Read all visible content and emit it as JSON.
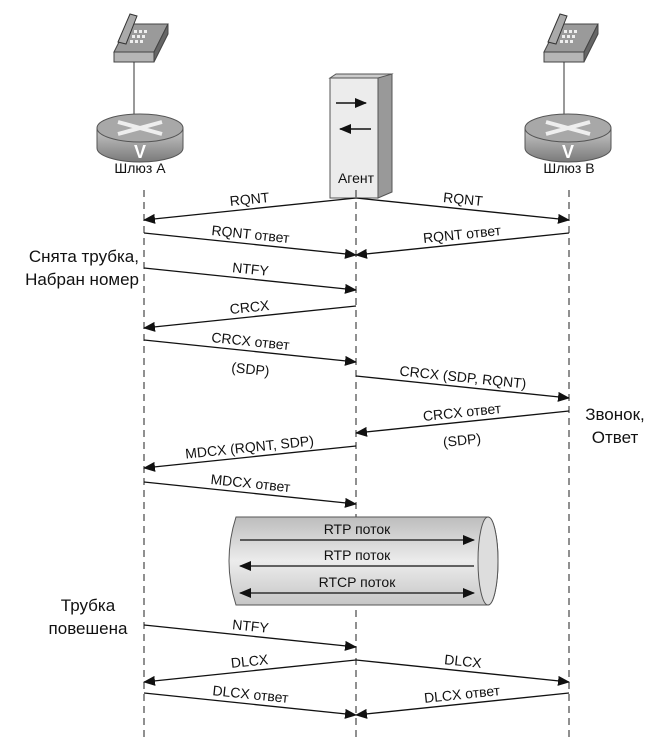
{
  "nodes": {
    "gateway_a": "Шлюз A",
    "agent": "Агент",
    "gateway_b": "Шлюз B"
  },
  "side_notes": {
    "offhook": [
      "Снята трубка,",
      "Набран номер"
    ],
    "answer": [
      "Звонок,",
      "Ответ"
    ],
    "onhook": [
      "Трубка",
      "повешена"
    ]
  },
  "messages": [
    {
      "from": "agent",
      "to": "gateway_a",
      "label": [
        "RQNT"
      ]
    },
    {
      "from": "agent",
      "to": "gateway_b",
      "label": [
        "RQNT"
      ]
    },
    {
      "from": "gateway_a",
      "to": "agent",
      "label": [
        "RQNT ответ"
      ]
    },
    {
      "from": "gateway_b",
      "to": "agent",
      "label": [
        "RQNT ответ"
      ]
    },
    {
      "from": "gateway_a",
      "to": "agent",
      "label": [
        "NTFY"
      ]
    },
    {
      "from": "agent",
      "to": "gateway_a",
      "label": [
        "CRCX"
      ]
    },
    {
      "from": "gateway_a",
      "to": "agent",
      "label": [
        "CRCX ответ",
        "(SDP)"
      ]
    },
    {
      "from": "agent",
      "to": "gateway_b",
      "label": [
        "CRCX (SDP, RQNT)"
      ]
    },
    {
      "from": "gateway_b",
      "to": "agent",
      "label": [
        "CRCX ответ",
        "(SDP)"
      ]
    },
    {
      "from": "agent",
      "to": "gateway_a",
      "label": [
        "MDCX (RQNT, SDP)"
      ]
    },
    {
      "from": "gateway_a",
      "to": "agent",
      "label": [
        "MDCX ответ"
      ]
    },
    {
      "from": "gateway_a",
      "to": "agent",
      "label": [
        "NTFY"
      ]
    },
    {
      "from": "agent",
      "to": "gateway_a",
      "label": [
        "DLCX"
      ]
    },
    {
      "from": "agent",
      "to": "gateway_b",
      "label": [
        "DLCX"
      ]
    },
    {
      "from": "gateway_a",
      "to": "agent",
      "label": [
        "DLCX ответ"
      ]
    },
    {
      "from": "gateway_b",
      "to": "agent",
      "label": [
        "DLCX ответ"
      ]
    }
  ],
  "media_streams": [
    {
      "label": "RTP поток",
      "direction": "right"
    },
    {
      "label": "RTP поток",
      "direction": "left"
    },
    {
      "label": "RTCP поток",
      "direction": "both"
    }
  ],
  "icons": [
    "telephone-icon",
    "voice-router-icon",
    "call-agent-server-icon"
  ]
}
